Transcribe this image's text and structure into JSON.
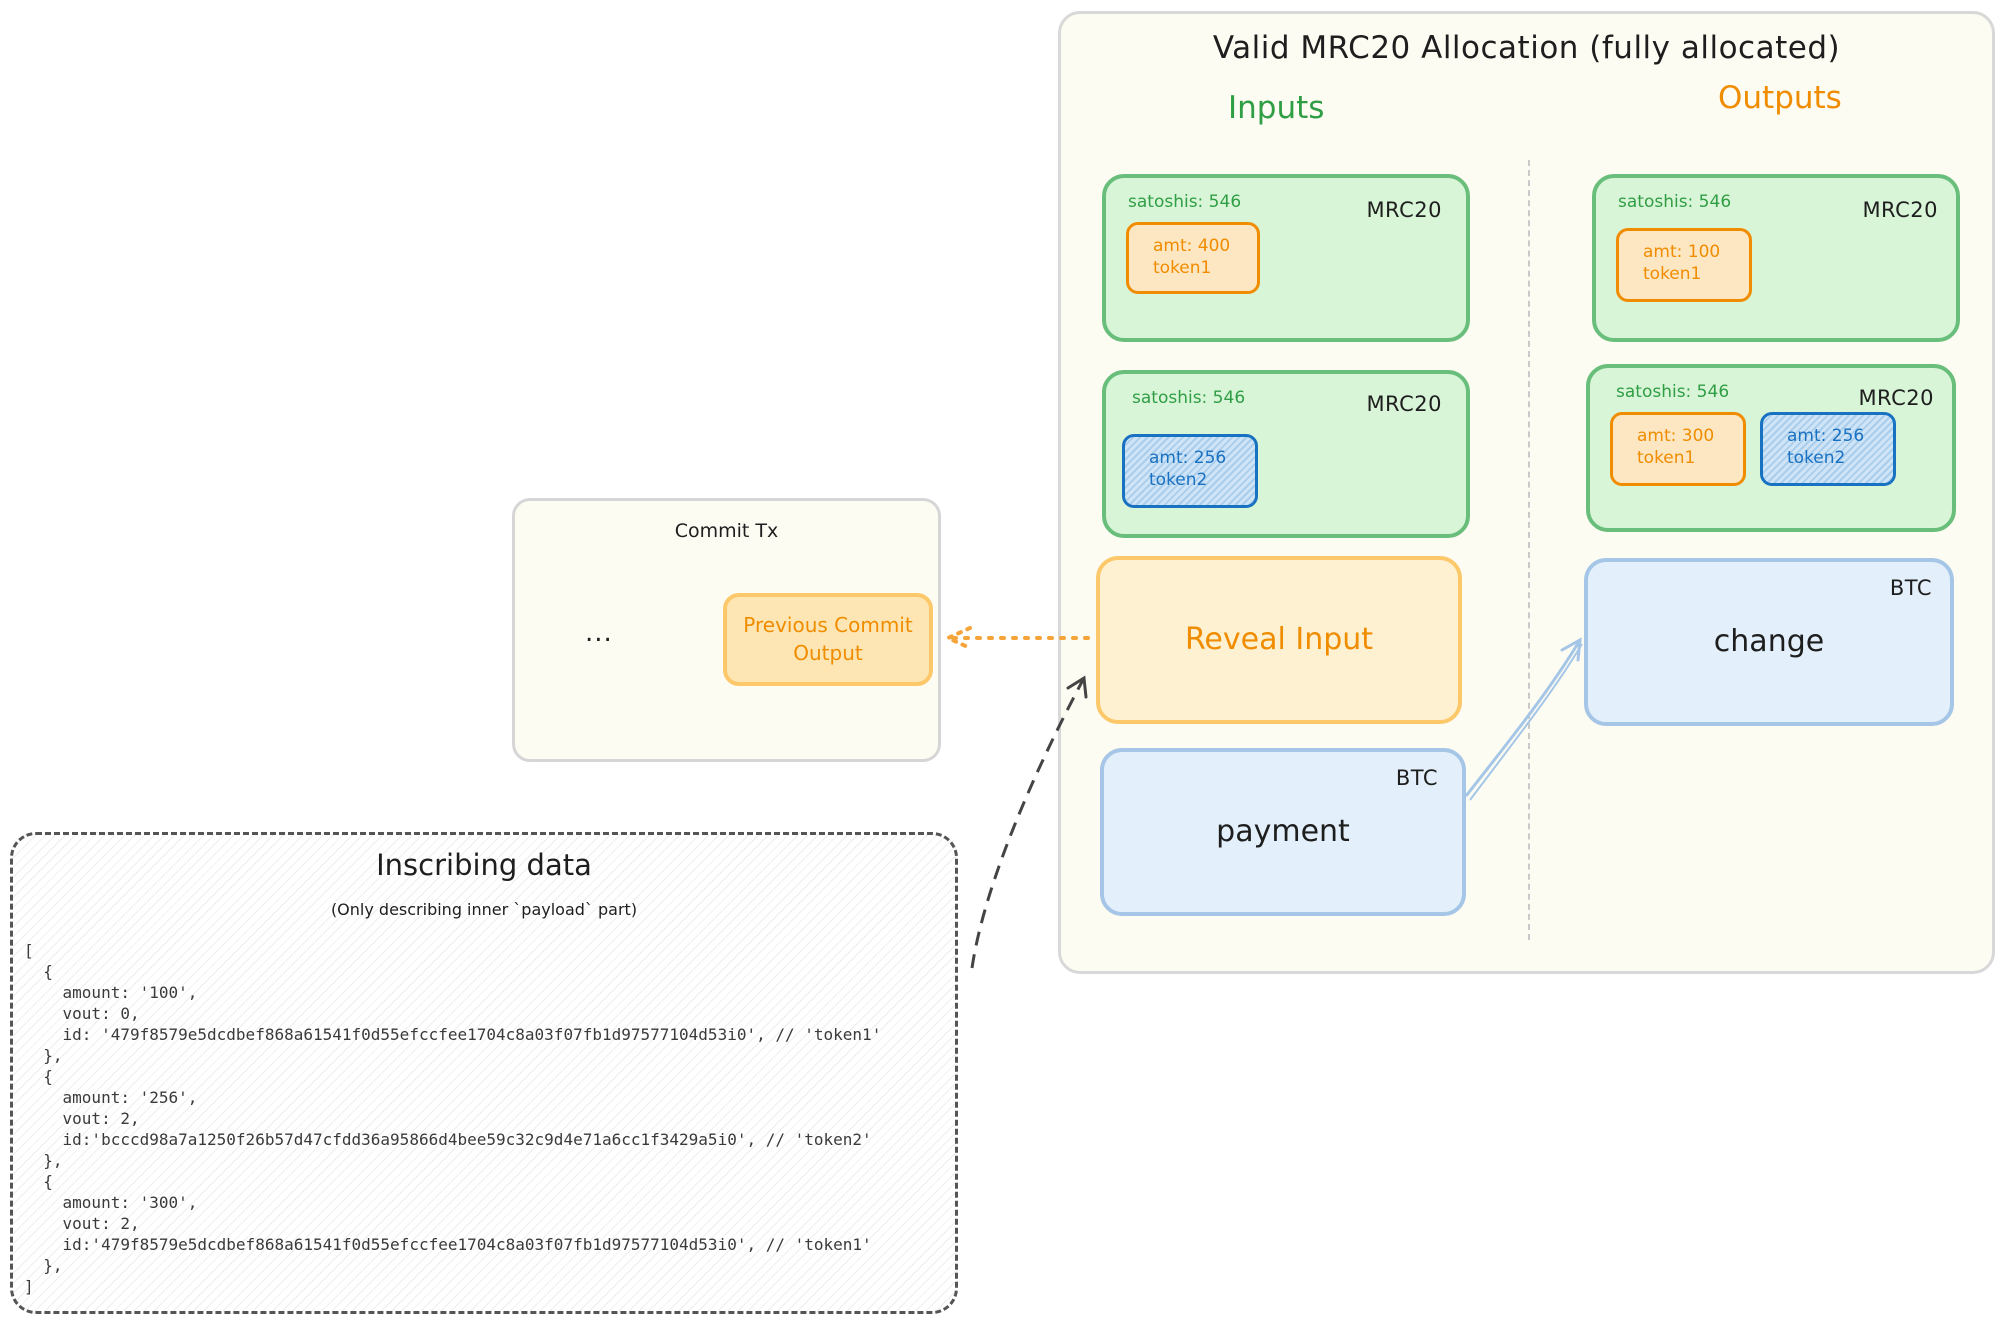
{
  "diagram": {
    "title": "Valid MRC20 Allocation (fully allocated)",
    "inputs_label": "Inputs",
    "outputs_label": "Outputs",
    "inputs": [
      {
        "sats": "satoshis: 546",
        "tag": "MRC20",
        "tokens": [
          {
            "amt": "amt: 400",
            "name": "token1"
          }
        ]
      },
      {
        "sats": "satoshis: 546",
        "tag": "MRC20",
        "tokens": [
          {
            "amt": "amt: 256",
            "name": "token2"
          }
        ]
      }
    ],
    "reveal_input": "Reveal Input",
    "payment": {
      "tag": "BTC",
      "label": "payment"
    },
    "outputs": [
      {
        "sats": "satoshis: 546",
        "tag": "MRC20",
        "tokens": [
          {
            "amt": "amt: 100",
            "name": "token1"
          }
        ]
      },
      {
        "sats": "satoshis: 546",
        "tag": "MRC20",
        "tokens": [
          {
            "amt": "amt: 300",
            "name": "token1"
          },
          {
            "amt": "amt: 256",
            "name": "token2"
          }
        ]
      }
    ],
    "change": {
      "tag": "BTC",
      "label": "change"
    }
  },
  "commit_tx": {
    "title": "Commit Tx",
    "ellipsis": "...",
    "prev_output": [
      "Previous Commit",
      "Output"
    ]
  },
  "inscribing": {
    "title": "Inscribing data",
    "subtitle": "(Only describing inner `payload` part)",
    "code": "[\n  {\n    amount: '100',\n    vout: 0,\n    id: '479f8579e5dcdbef868a61541f0d55efccfee1704c8a03f07fb1d97577104d53i0', // 'token1'\n  },\n  {\n    amount: '256',\n    vout: 2,\n    id:'bcccd98a7a1250f26b57d47cfdd36a95866d4bee59c32c9d4e71a6cc1f3429a5i0', // 'token2'\n  },\n  {\n    amount: '300',\n    vout: 2,\n    id:'479f8579e5dcdbef868a61541f0d55efccfee1704c8a03f07fb1d97577104d53i0', // 'token1'\n  },\n]"
  }
}
